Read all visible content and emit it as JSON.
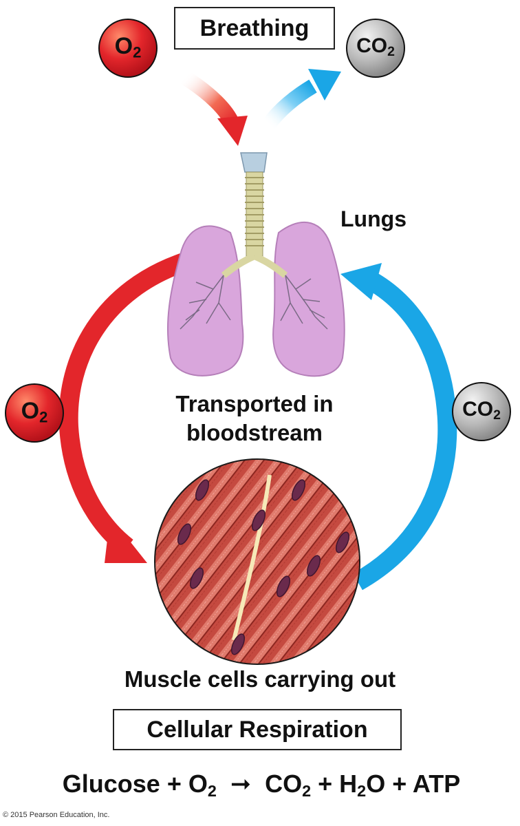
{
  "title": "Breathing",
  "molecules": {
    "o2_top": {
      "base": "O",
      "sub": "2"
    },
    "co2_top": {
      "base": "CO",
      "sub": "2"
    },
    "o2_left": {
      "base": "O",
      "sub": "2"
    },
    "co2_right": {
      "base": "CO",
      "sub": "2"
    }
  },
  "labels": {
    "lungs": "Lungs",
    "transported_line1": "Transported in",
    "transported_line2": "bloodstream",
    "muscle": "Muscle cells carrying out",
    "cellular_respiration": "Cellular Respiration"
  },
  "equation": {
    "glucose": "Glucose",
    "plus1": "+",
    "o2_base": "O",
    "o2_sub": "2",
    "arrow": "➞",
    "co2_base": "CO",
    "co2_sub": "2",
    "plus2": "+",
    "h2o_h": "H",
    "h2o_sub": "2",
    "h2o_o": "O",
    "plus3": "+",
    "atp": "ATP"
  },
  "copyright": "© 2015 Pearson Education, Inc.",
  "colors": {
    "oxygen_red": "#e3262b",
    "co2_blue": "#1aa6e6",
    "co2_gray": "#b9b9b9",
    "lung_pink": "#d9a6dc",
    "muscle_red": "#c8443c"
  }
}
